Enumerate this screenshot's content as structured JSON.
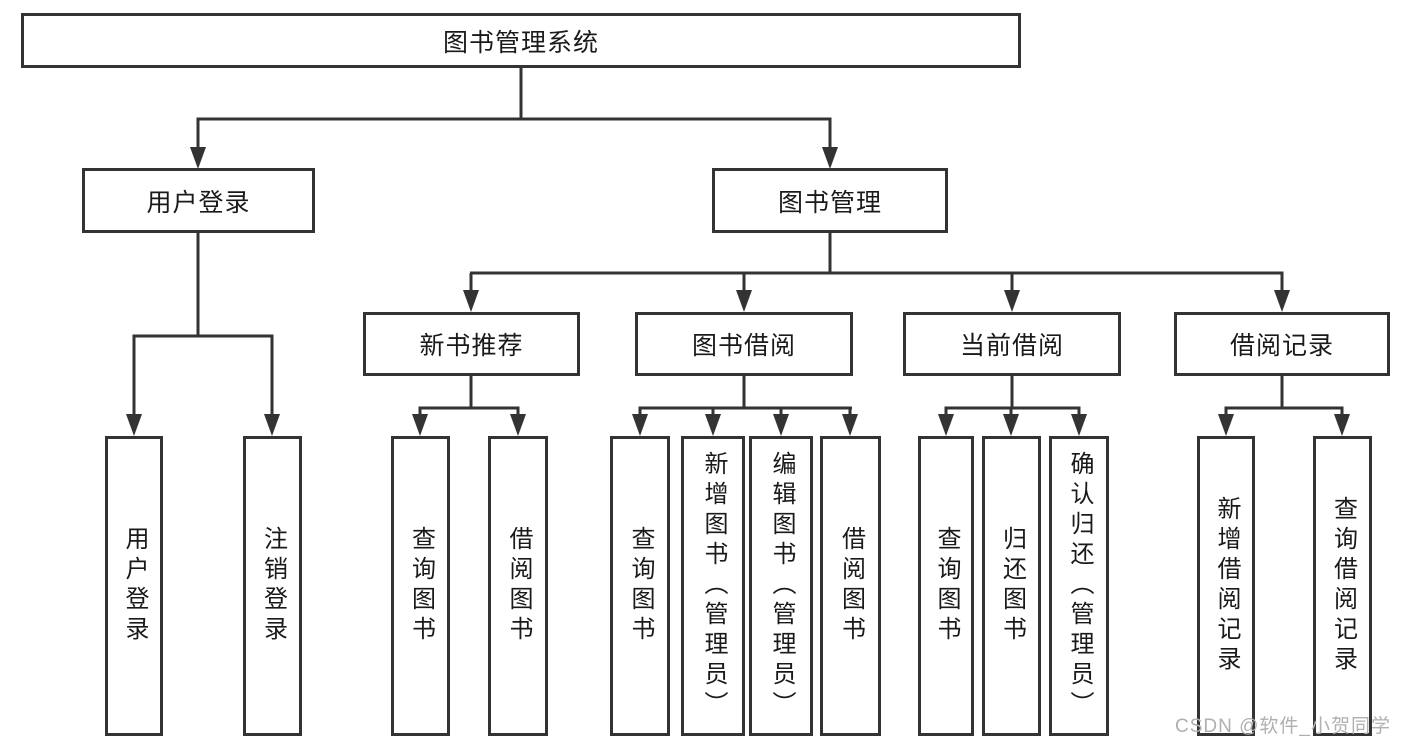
{
  "colors": {
    "line": "#333333",
    "box_border": "#333333",
    "text": "#1a1a1a",
    "background": "#ffffff",
    "watermark": "#b0b0b0"
  },
  "watermark": {
    "text": "CSDN @软件_小贺同学"
  },
  "diagram": {
    "root": {
      "label": "图书管理系统"
    },
    "level2": [
      {
        "label": "用户登录"
      },
      {
        "label": "图书管理"
      }
    ],
    "level3": [
      {
        "label": "新书推荐"
      },
      {
        "label": "图书借阅"
      },
      {
        "label": "当前借阅"
      },
      {
        "label": "借阅记录"
      }
    ],
    "leaves": {
      "user_login": [
        {
          "label": "用户登录"
        },
        {
          "label": "注销登录"
        }
      ],
      "new_book_recommend": [
        {
          "label": "查询图书"
        },
        {
          "label": "借阅图书"
        }
      ],
      "book_borrowing": [
        {
          "label": "查询图书"
        },
        {
          "label": "新增图书（管理员）"
        },
        {
          "label": "编辑图书（管理员）"
        },
        {
          "label": "借阅图书"
        }
      ],
      "current_borrowing": [
        {
          "label": "查询图书"
        },
        {
          "label": "归还图书"
        },
        {
          "label": "确认归还（管理员）"
        }
      ],
      "borrowing_records": [
        {
          "label": "新增借阅记录"
        },
        {
          "label": "查询借阅记录"
        }
      ]
    }
  }
}
